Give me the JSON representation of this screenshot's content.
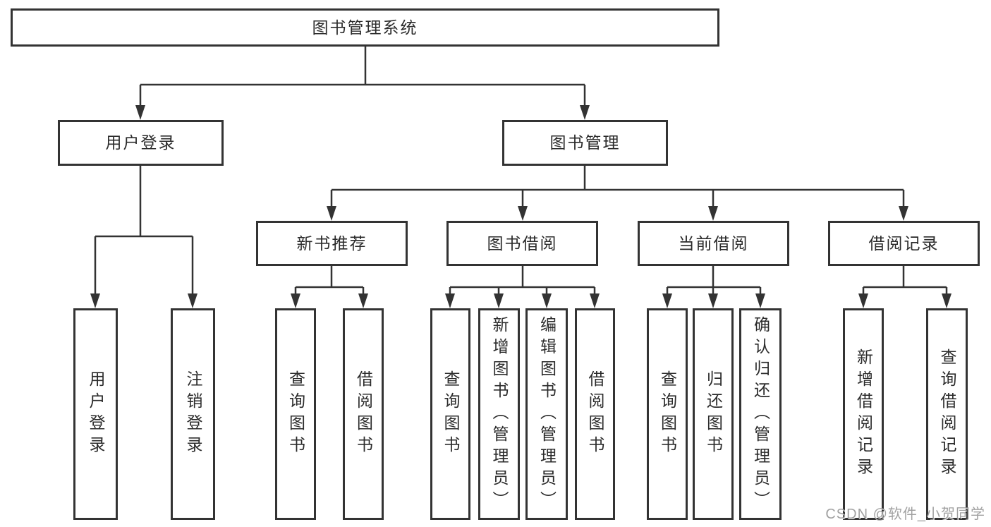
{
  "diagram_title": "图书管理系统",
  "nodes": {
    "root": {
      "label": "图书管理系统"
    },
    "user_login": {
      "label": "用户登录"
    },
    "book_mgmt": {
      "label": "图书管理"
    },
    "login_leaf": {
      "label": "用户登录"
    },
    "logout_leaf": {
      "label": "注销登录"
    },
    "new_book_rec": {
      "label": "新书推荐"
    },
    "book_borrow": {
      "label": "图书借阅"
    },
    "current_borrow": {
      "label": "当前借阅"
    },
    "borrow_records": {
      "label": "借阅记录"
    },
    "rec_query_book": {
      "label": "查询图书"
    },
    "rec_borrow_book": {
      "label": "借阅图书"
    },
    "bb_query_book": {
      "label": "查询图书"
    },
    "bb_add_book": {
      "label": "新增图书（管理员）"
    },
    "bb_edit_book": {
      "label": "编辑图书（管理员）"
    },
    "bb_borrow_book": {
      "label": "借阅图书"
    },
    "cb_query_book": {
      "label": "查询图书"
    },
    "cb_return_book": {
      "label": "归还图书"
    },
    "cb_confirm_return": {
      "label": "确认归还（管理员）"
    },
    "br_add_record": {
      "label": "新增借阅记录"
    },
    "br_query_record": {
      "label": "查询借阅记录"
    }
  },
  "edges": [
    [
      "root",
      "user_login"
    ],
    [
      "root",
      "book_mgmt"
    ],
    [
      "user_login",
      "login_leaf"
    ],
    [
      "user_login",
      "logout_leaf"
    ],
    [
      "book_mgmt",
      "new_book_rec"
    ],
    [
      "book_mgmt",
      "book_borrow"
    ],
    [
      "book_mgmt",
      "current_borrow"
    ],
    [
      "book_mgmt",
      "borrow_records"
    ],
    [
      "new_book_rec",
      "rec_query_book"
    ],
    [
      "new_book_rec",
      "rec_borrow_book"
    ],
    [
      "book_borrow",
      "bb_query_book"
    ],
    [
      "book_borrow",
      "bb_add_book"
    ],
    [
      "book_borrow",
      "bb_edit_book"
    ],
    [
      "book_borrow",
      "bb_borrow_book"
    ],
    [
      "current_borrow",
      "cb_query_book"
    ],
    [
      "current_borrow",
      "cb_return_book"
    ],
    [
      "current_borrow",
      "cb_confirm_return"
    ],
    [
      "borrow_records",
      "br_add_record"
    ],
    [
      "borrow_records",
      "br_query_record"
    ]
  ],
  "watermark": "CSDN @软件_小贺同学",
  "colors": {
    "line": "#333333",
    "box_border": "#333333",
    "text": "#2b2b2b",
    "background": "#ffffff",
    "watermark": "#919191"
  }
}
